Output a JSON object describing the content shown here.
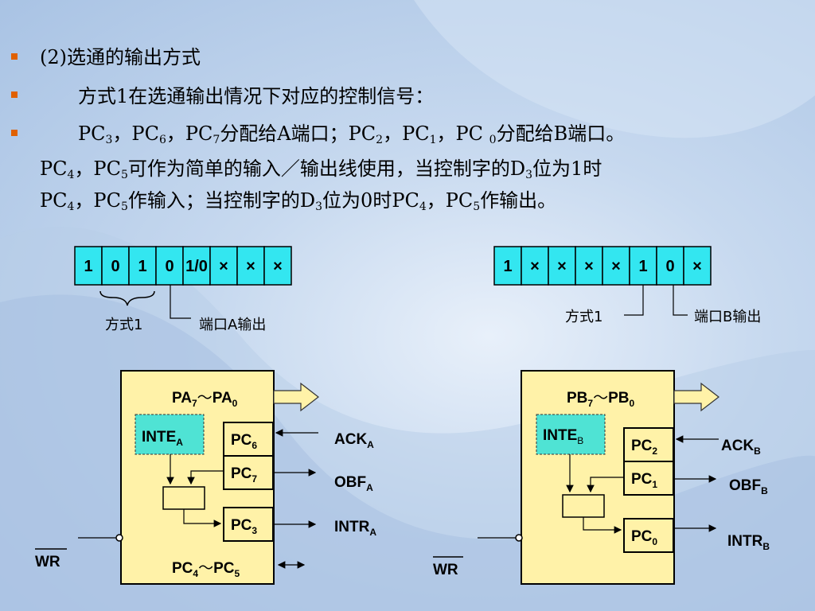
{
  "bullets": {
    "line1": "(2)选通的输出方式",
    "line2": "方式1在选通输出情况下对应的控制信号：",
    "line3a": "PC",
    "line3_parts": [
      "PC",
      "3",
      "，PC",
      "6",
      "，PC",
      "7",
      "分配给A端口；PC",
      "2",
      "，PC",
      "1",
      "，PC ",
      "0",
      "分配给B端口。"
    ],
    "line4_parts": [
      "PC",
      "4",
      "，PC",
      "5",
      "可作为简单的输入／输出线使用，当控制字的D",
      "3",
      "位为1时"
    ],
    "line5_parts": [
      "PC",
      "4",
      "，PC",
      "5",
      "作输入；当控制字的D",
      "3",
      "位为0时PC",
      "4",
      "，PC",
      "5",
      "作输出。"
    ]
  },
  "control_word_a": {
    "cells": [
      "1",
      "0",
      "1",
      "0",
      "1/0",
      "×",
      "×",
      "×"
    ],
    "label_mode": "方式1",
    "label_port": "端口A输出"
  },
  "control_word_b": {
    "cells": [
      "1",
      "×",
      "×",
      "×",
      "×",
      "1",
      "0",
      "×"
    ],
    "label_mode": "方式1",
    "label_port": "端口B输出"
  },
  "block_a": {
    "port_main": "PA",
    "port_main_sub1": "7",
    "tilde": "～",
    "port_main2": "PA",
    "port_main_sub2": "0",
    "inte": "INTE",
    "inte_sub": "A",
    "pc_top": "PC",
    "pc_top_sub": "6",
    "pc_mid": "PC",
    "pc_mid_sub": "7",
    "pc_bot": "PC",
    "pc_bot_sub": "3",
    "sig1": "ACK",
    "sig1_sub": "A",
    "sig2": "OBF",
    "sig2_sub": "A",
    "sig3": "INTR",
    "sig3_sub": "A",
    "bottom": "PC",
    "bottom_sub1": "4",
    "bottom2": "PC",
    "bottom_sub2": "5",
    "wr": "WR"
  },
  "block_b": {
    "port_main": "PB",
    "port_main_sub1": "7",
    "tilde": "～",
    "port_main2": "PB",
    "port_main_sub2": "0",
    "inte": "INTE",
    "inte_sub": "B",
    "pc_top": "PC",
    "pc_top_sub": "2",
    "pc_mid": "PC",
    "pc_mid_sub": "1",
    "pc_bot": "PC",
    "pc_bot_sub": "0",
    "sig1": "ACK",
    "sig1_sub": "B",
    "sig2": "OBF",
    "sig2_sub": "B",
    "sig3": "INTR",
    "sig3_sub": "B",
    "wr": "WR"
  },
  "colors": {
    "bullet": "#e06000",
    "cell_fill": "#33e6f0",
    "block_fill": "#fff2a8",
    "inte_fill": "#4fe3d4",
    "arrow_fill": "#fff2a8"
  }
}
